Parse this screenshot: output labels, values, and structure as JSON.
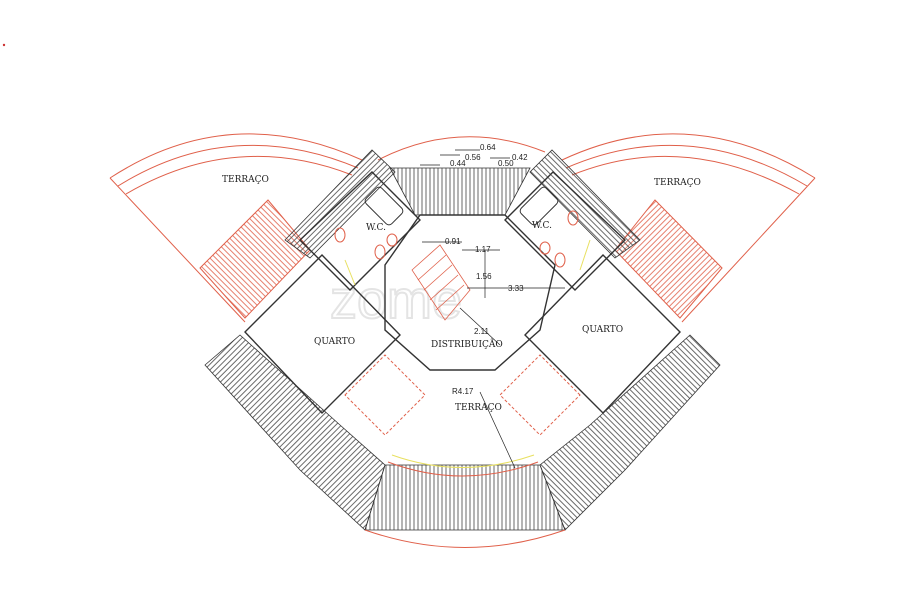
{
  "plan": {
    "watermark": "zome",
    "rooms": {
      "terrace_left": "TERRAÇO",
      "terrace_right": "TERRAÇO",
      "terrace_bottom": "TERRAÇO",
      "wc_left": "W.C.",
      "wc_right": "W.C.",
      "bedroom_left": "QUARTO",
      "bedroom_right": "QUARTO",
      "hall": "DISTRIBUIÇÃO"
    },
    "dimensions": {
      "d1": "0.64",
      "d2": "0.56",
      "d3": "0.42",
      "d4": "0.44",
      "d5": "0.50",
      "d6": "0.91",
      "d7": "1.17",
      "d8": "1.56",
      "d9": "3.33",
      "d10": "2.11",
      "radius": "R4.17"
    },
    "colors": {
      "line": "#333333",
      "red": "#e0604a",
      "yellow": "#e8e060"
    }
  }
}
